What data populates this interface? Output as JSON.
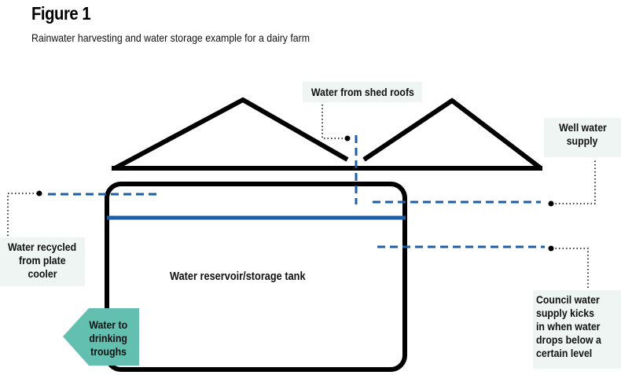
{
  "figure": {
    "title": "Figure 1",
    "subtitle": "Rainwater harvesting and water storage example for a dairy farm"
  },
  "labels": {
    "shed_roofs": "Water from shed roofs",
    "well_line1": "Well water",
    "well_line2": "supply",
    "recycled_line1": "Water recycled",
    "recycled_line2": "from plate",
    "recycled_line3": "cooler",
    "council_line1": "Council water",
    "council_line2": "supply kicks",
    "council_line3": "in when water",
    "council_line4": "drops below a",
    "council_line5": "certain level",
    "tank": "Water reservoir/storage tank",
    "troughs_line1": "Water to",
    "troughs_line2": "drinking",
    "troughs_line3": "troughs"
  },
  "colors": {
    "water_blue": "#1d5fa6",
    "outline": "#000000",
    "label_bg": "#eef5f2",
    "arrow_teal": "#63c0b0"
  }
}
